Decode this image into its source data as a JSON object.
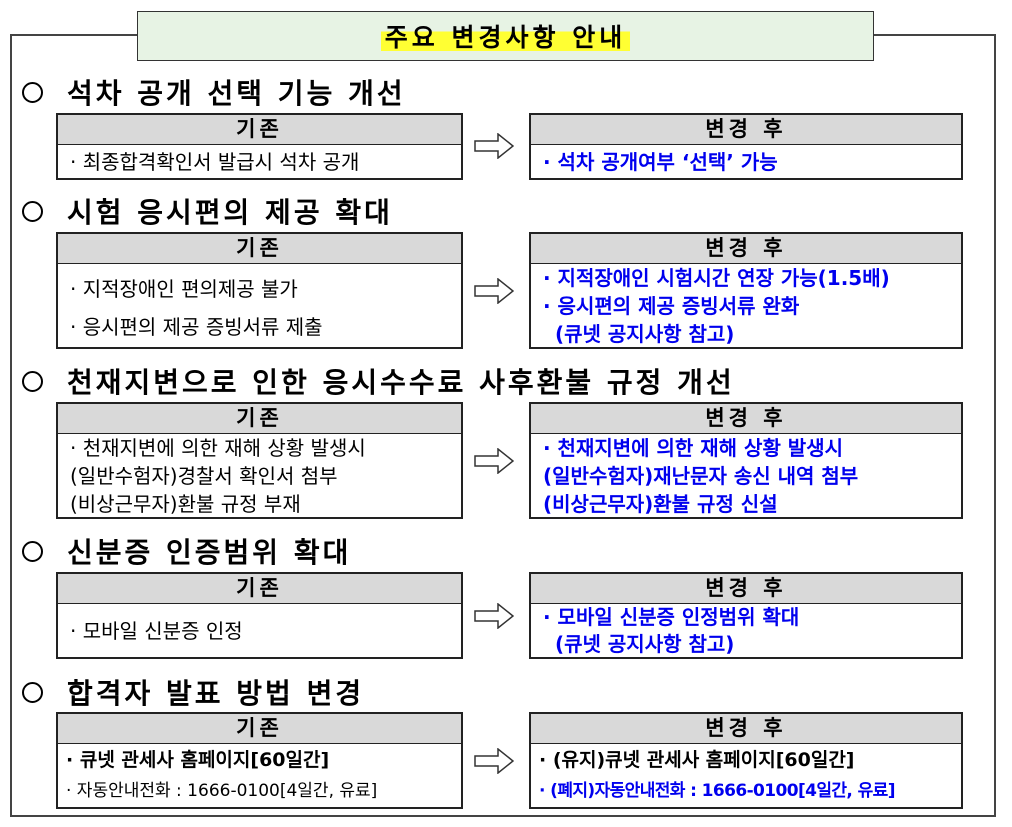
{
  "title": "주요 변경사항 안내",
  "before_label": "기존",
  "after_label": "변경 후",
  "sections": [
    {
      "heading": "석차 공개 선택 기능 개선",
      "before": [
        "· 최종합격확인서 발급시 석차 공개"
      ],
      "after": [
        "· 석차 공개여부 ‘선택’ 가능"
      ]
    },
    {
      "heading": "시험 응시편의 제공 확대",
      "before": [
        "· 지적장애인 편의제공 불가",
        "· 응시편의 제공 증빙서류 제출"
      ],
      "after": [
        "· 지적장애인 시험시간 연장 가능(1.5배)",
        "· 응시편의 제공 증빙서류 완화",
        "  (큐넷 공지사항 참고)"
      ]
    },
    {
      "heading": "천재지변으로 인한 응시수수료 사후환불 규정 개선",
      "before": [
        "· 천재지변에 의한 재해 상황 발생시",
        " (일반수험자)경찰서 확인서 첨부",
        " (비상근무자)환불 규정 부재"
      ],
      "after": [
        "· 천재지변에 의한 재해 상황 발생시",
        " (일반수험자)재난문자 송신 내역 첨부",
        " (비상근무자)환불 규정 신설"
      ]
    },
    {
      "heading": "신분증 인증범위 확대",
      "before": [
        "· 모바일 신분증 인정"
      ],
      "after": [
        "· 모바일 신분증 인정범위 확대",
        "  (큐넷 공지사항 참고)"
      ]
    },
    {
      "heading": "합격자 발표 방법 변경",
      "before": [
        "·  큐넷 관세사 홈페이지[60일간]",
        "· 자동안내전화 : 1666-0100[4일간, 유료]"
      ],
      "after": [
        "· (유지)큐넷 관세사 홈페이지[60일간]",
        "· (폐지)자동안내전화 : 1666-0100[4일간, 유료]"
      ]
    }
  ]
}
